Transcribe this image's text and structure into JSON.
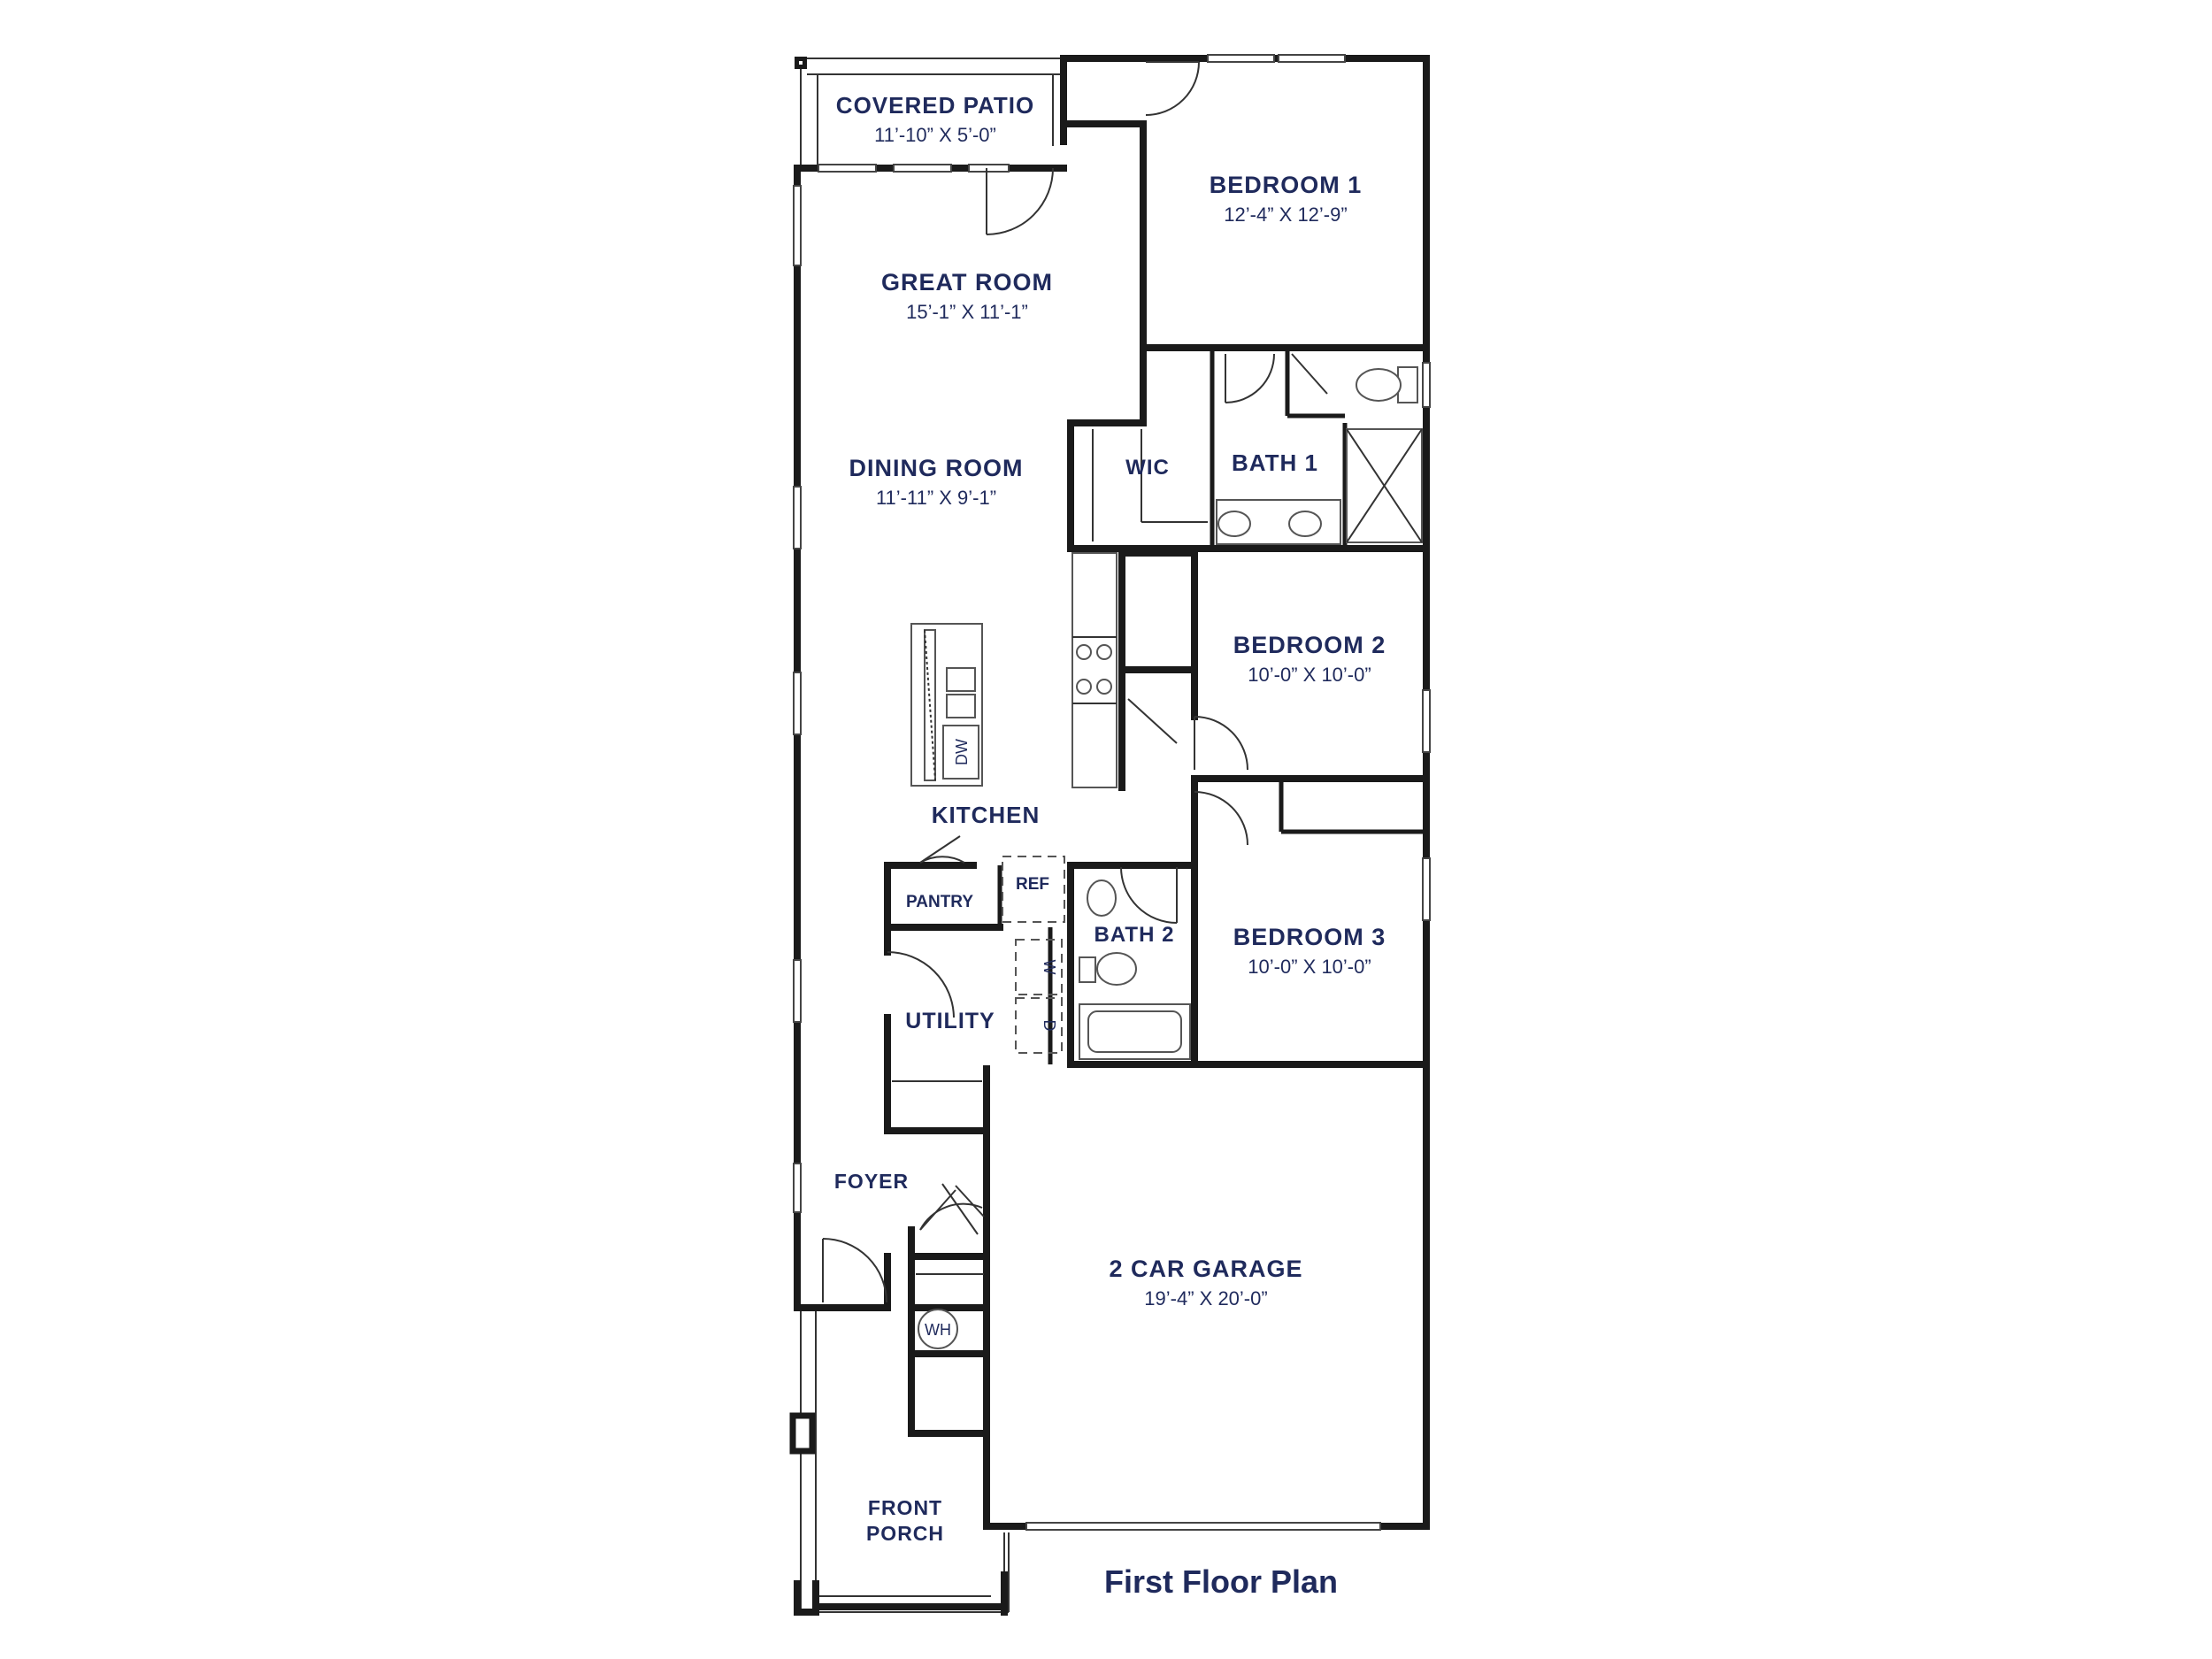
{
  "plan": {
    "title": "First Floor Plan",
    "rooms": {
      "covered_patio": {
        "name": "COVERED PATIO",
        "size": "11’-10” X 5’-0”"
      },
      "bedroom_1": {
        "name": "BEDROOM 1",
        "size": "12’-4” X 12’-9”"
      },
      "great_room": {
        "name": "GREAT ROOM",
        "size": "15’-1” X 11’-1”"
      },
      "dining_room": {
        "name": "DINING ROOM",
        "size": "11’-11” X 9’-1”"
      },
      "wic": {
        "name": "WIC"
      },
      "bath_1": {
        "name": "BATH 1"
      },
      "bedroom_2": {
        "name": "BEDROOM 2",
        "size": "10’-0” X 10’-0”"
      },
      "kitchen": {
        "name": "KITCHEN"
      },
      "pantry": {
        "name": "PANTRY"
      },
      "ref": {
        "name": "REF"
      },
      "bath_2": {
        "name": "BATH 2"
      },
      "bedroom_3": {
        "name": "BEDROOM 3",
        "size": "10’-0” X 10’-0”"
      },
      "utility": {
        "name": "UTILITY"
      },
      "foyer": {
        "name": "FOYER"
      },
      "garage": {
        "name": "2 CAR GARAGE",
        "size": "19’-4” X 20’-0”"
      },
      "front_porch": {
        "name_line1": "FRONT",
        "name_line2": "PORCH"
      }
    },
    "fixtures": {
      "dishwasher": "DW",
      "washer": "W",
      "dryer": "D",
      "water_heater": "WH"
    }
  }
}
